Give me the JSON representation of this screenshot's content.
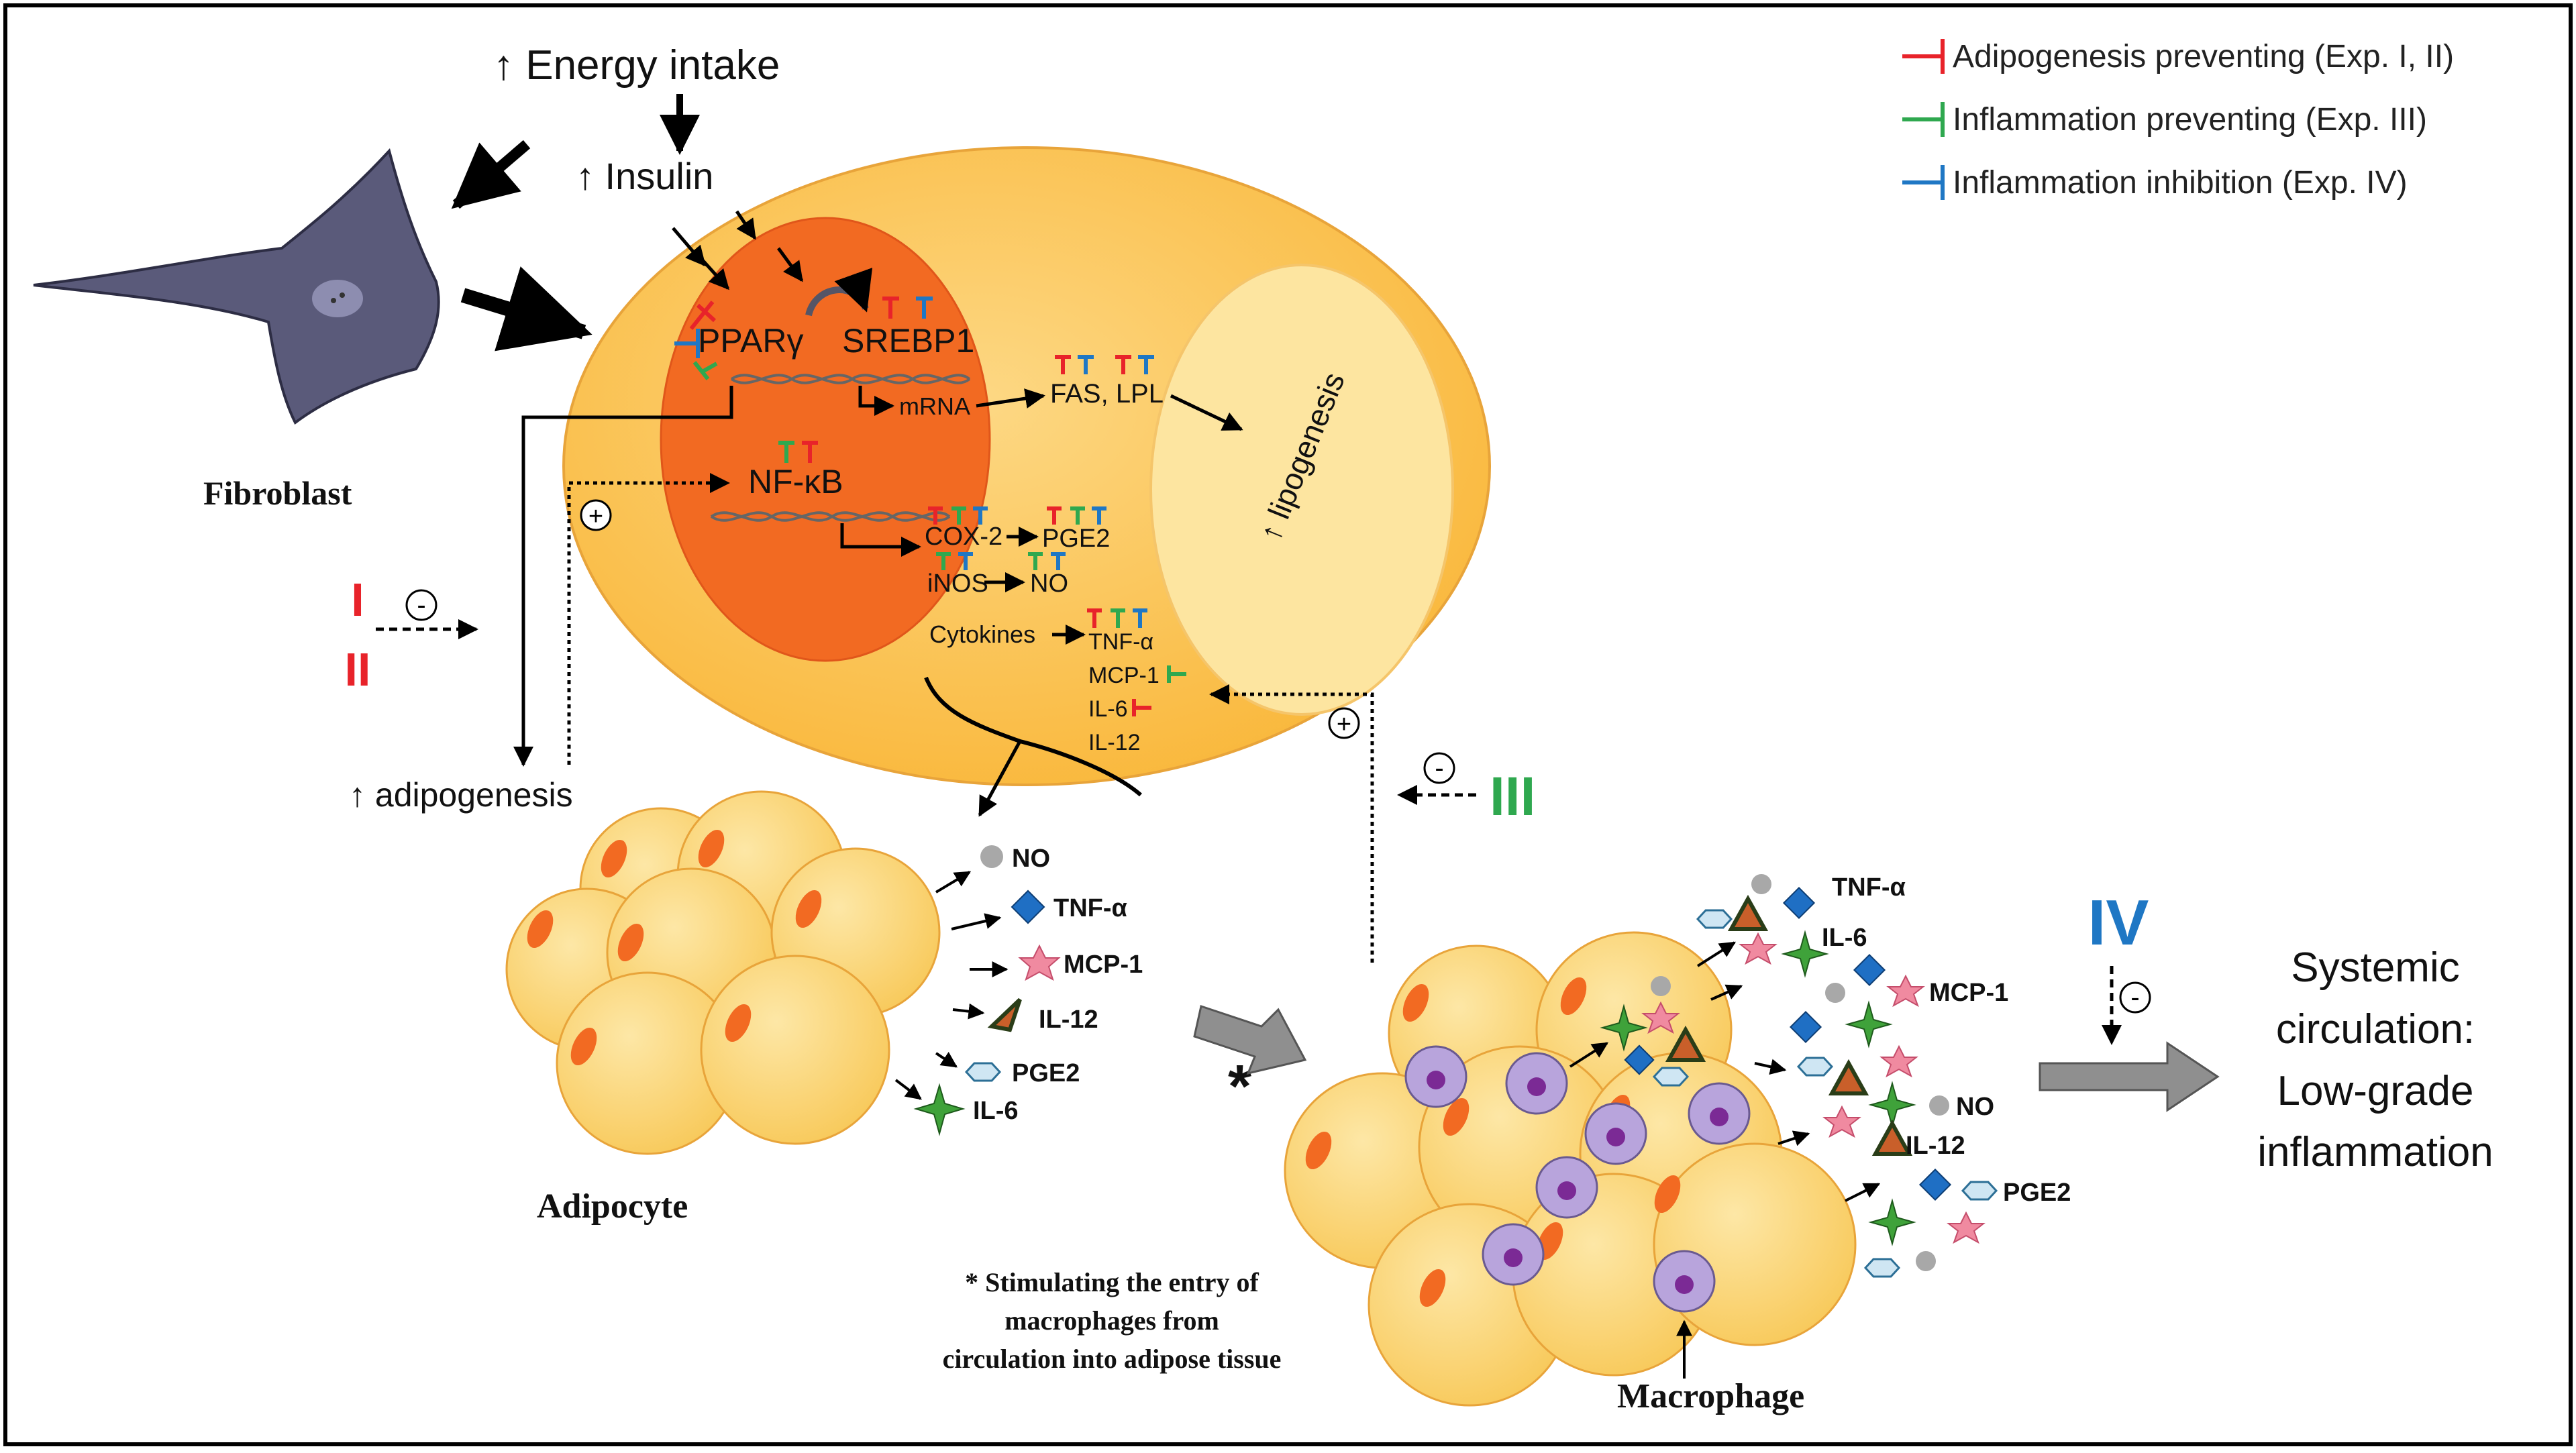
{
  "colors": {
    "adipogenesis_preventing": "#e8232a",
    "inflammation_preventing": "#2fa84f",
    "inflammation_inhibition": "#1f77c4",
    "cell_fill": "#fcc95a",
    "nucleus_fill": "#f26a22",
    "fibroblast_fill": "#5a5a7a",
    "macrophage_fill": "#b8a4dc"
  },
  "legend": {
    "red": "Adipogenesis preventing (Exp. I, II)",
    "green": "Inflammation preventing (Exp. III)",
    "blue": "Inflammation inhibition (Exp. IV)"
  },
  "top": {
    "energy_intake": "↑ Energy intake",
    "insulin": "↑ Insulin"
  },
  "fibroblast": {
    "label": "Fibroblast"
  },
  "cell": {
    "ppar": "PPARγ",
    "srebp1": "SREBP1",
    "mrna": "mRNA",
    "fas_lpl": "FAS, LPL",
    "lipogenesis": "↑ lipogenesis",
    "nfkb": "NF-κB",
    "cox2": "COX-2",
    "pge2": "PGE2",
    "inos": "iNOS",
    "no": "NO",
    "cytokines": "Cytokines",
    "tnf": "TNF-α",
    "mcp1": "MCP-1",
    "il6": "IL-6",
    "il12": "IL-12"
  },
  "experiments": {
    "i": "I",
    "ii": "II",
    "iii": "III",
    "iv": "IV",
    "minus": "-",
    "plus": "+"
  },
  "adipogenesis": "↑ adipogenesis",
  "adipocyte": {
    "label": "Adipocyte",
    "markers": {
      "no": "NO",
      "tnf": "TNF-α",
      "mcp1": "MCP-1",
      "il12": "IL-12",
      "pge2": "PGE2",
      "il6": "IL-6"
    }
  },
  "note": {
    "star": "*",
    "line1": "* Stimulating the entry of",
    "line2": "macrophages from",
    "line3": "circulation into adipose tissue"
  },
  "macrophage": {
    "label": "Macrophage",
    "markers": {
      "tnf": "TNF-α",
      "il6": "IL-6",
      "mcp1": "MCP-1",
      "no": "NO",
      "il12": "IL-12",
      "pge2": "PGE2"
    }
  },
  "systemic": {
    "line1": "Systemic",
    "line2": "circulation:",
    "line3": "Low-grade",
    "line4": "inflammation"
  }
}
